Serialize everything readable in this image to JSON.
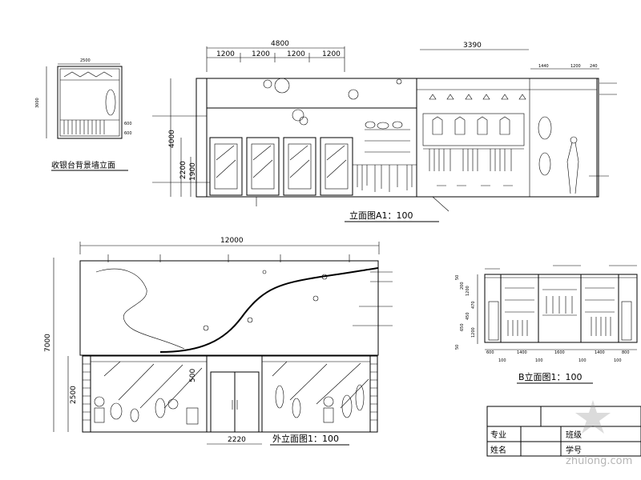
{
  "drawings": {
    "a1": {
      "title": "立面图A1：100",
      "dims_top": [
        "4800",
        "1200",
        "1200",
        "1200",
        "1200"
      ],
      "dims_top_right": [
        "3390",
        "1440",
        "1200",
        "240"
      ],
      "dims_left": [
        "4000",
        "2200",
        "1900"
      ]
    },
    "wall_small": {
      "title": "收银台背景墙立面",
      "width_dim": "2500",
      "height_dim": "3000",
      "right_dims": [
        "600",
        "600"
      ]
    },
    "exterior": {
      "title": "外立面图1：100",
      "width_dim": "12000",
      "height_dim": "7000",
      "low_dim": "2500",
      "door_dim": "2220",
      "mid_dim": "500"
    },
    "b": {
      "title": "B立面图1：100",
      "left_dims": [
        "50",
        "200",
        "1200",
        "470",
        "450",
        "650",
        "1200",
        "50"
      ],
      "bottom_dims": [
        "600",
        "1400",
        "1600",
        "1400",
        "800"
      ],
      "under_dims": [
        "100",
        "100",
        "100",
        "100"
      ]
    }
  },
  "title_block": {
    "row1_left": "专业",
    "row1_right": "班级",
    "row2_left": "姓名",
    "row2_right": "学号"
  },
  "watermark": "zhulong.com"
}
